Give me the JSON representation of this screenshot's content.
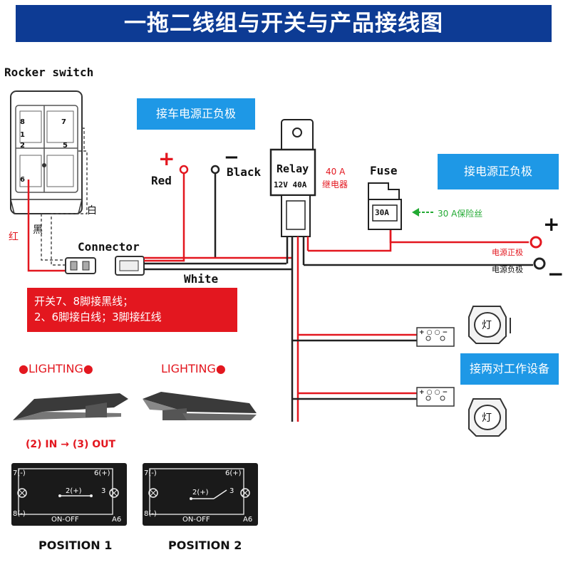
{
  "banner": {
    "title": "一拖二线组与开关与产品接线图"
  },
  "labels": {
    "rocker_switch": "Rocker switch",
    "red": "Red",
    "black": "Black",
    "relay": "Relay",
    "relay_rating": "12V 40A",
    "relay_cn_amp": "40 A",
    "relay_cn": "继电器",
    "fuse": "Fuse",
    "fuse_value": "30A",
    "fuse_cn": "30 A保险丝",
    "connector": "Connector",
    "white": "White",
    "bai": "白",
    "hong": "红",
    "hei": "黑",
    "power_pos": "电源正极",
    "power_neg": "电源负极",
    "plus": "+",
    "minus": "−",
    "pin_numbers": [
      "8",
      "7",
      "1",
      "2",
      "5",
      "6"
    ]
  },
  "boxes": {
    "car_power": "接车电源正负极",
    "power": "接电源正负极",
    "devices": "接两对工作设备",
    "instructions": [
      "开关7、8脚接黑线；",
      "2、6脚接白线；3脚接红线"
    ]
  },
  "lamps": {
    "label": "灯",
    "device_terminal": "+ ○ ○ −"
  },
  "switch_states": {
    "lighting_left": "●LIGHTING●",
    "lighting_right": "LIGHTING●",
    "flow": "(2) IN → (3) OUT",
    "positions": [
      {
        "name": "POSITION  1",
        "pins": {
          "p7": "7(-)",
          "p6": "6(+)",
          "p2": "2(+)",
          "p3": "3",
          "p8": "8(-)",
          "onoff": "ON-OFF",
          "model": "A6"
        }
      },
      {
        "name": "POSITION  2",
        "pins": {
          "p7": "7(-)",
          "p6": "6(+)",
          "p2": "2(+)",
          "p3": "3",
          "p8": "8(-)",
          "onoff": "ON-OFF",
          "model": "A6"
        }
      }
    ]
  },
  "colors": {
    "banner": "#0d3b94",
    "accent_blue": "#1e98e6",
    "accent_red": "#e3171f",
    "wire_black": "#222222",
    "fuse_green": "#22aa33"
  }
}
